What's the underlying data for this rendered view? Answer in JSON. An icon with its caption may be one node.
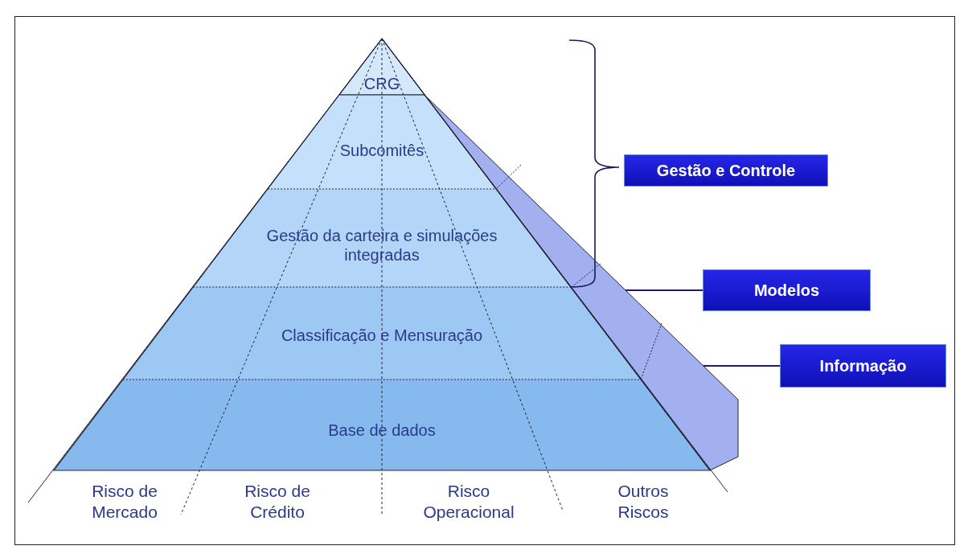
{
  "diagram": {
    "nodes": [
      {
        "text": [
          "CRG"
        ]
      },
      {
        "text": [
          "Subcomitês"
        ]
      },
      {
        "text": [
          "Gestão da carteira e simulações integradas"
        ]
      },
      {
        "text": [
          "Classificação e Mensuração"
        ]
      },
      {
        "text": [
          "Base de dados"
        ]
      },
      {
        "text": [
          "Gestão e Controle"
        ]
      },
      {
        "text": [
          "Modelos"
        ]
      },
      {
        "text": [
          "Informação"
        ]
      },
      {
        "text": [],
        "shape": "box"
      }
    ],
    "edges": [
      {
        "from": 6,
        "to": 8,
        "arrow": "none"
      },
      {
        "from": 7,
        "to": 8,
        "arrow": "none"
      }
    ],
    "labels": [
      "Risco de Mercado",
      "Risco de Crédito",
      "Risco Operacional",
      "Outros Riscos"
    ]
  }
}
